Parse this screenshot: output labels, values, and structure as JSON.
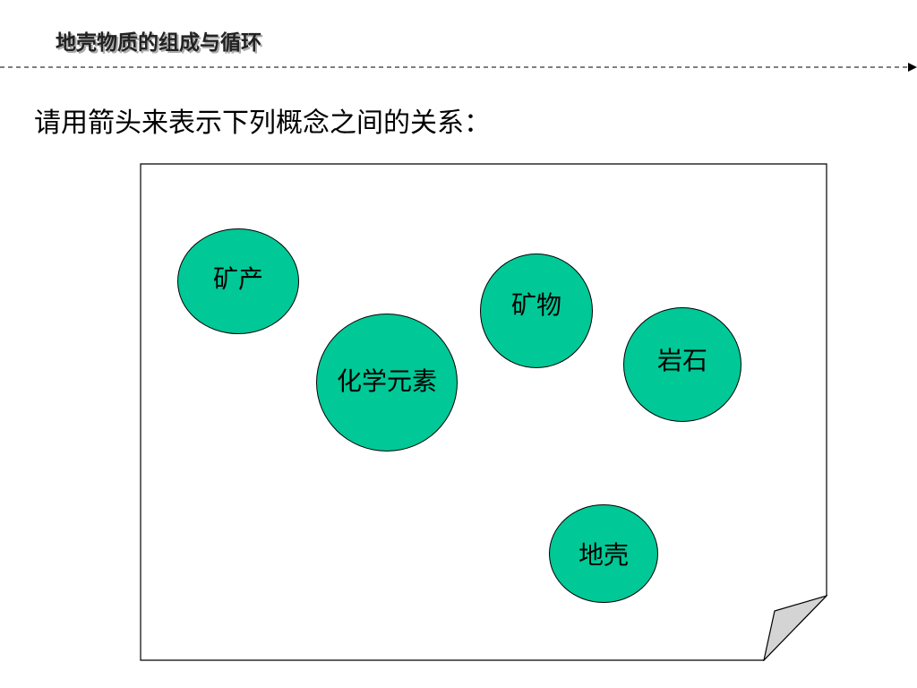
{
  "header": {
    "title": "地壳物质的组成与循环"
  },
  "question": {
    "text": "请用箭头来表示下列概念之间的关系："
  },
  "concepts": {
    "ore": "矿产",
    "mineral": "矿物",
    "rock": "岩石",
    "element": "化学元素",
    "crust": "地壳"
  },
  "colors": {
    "circle_fill": "#00C896",
    "circle_stroke": "#000000",
    "page_fold": "#d4d4d4",
    "header_shadow": "#aaaaaa"
  }
}
